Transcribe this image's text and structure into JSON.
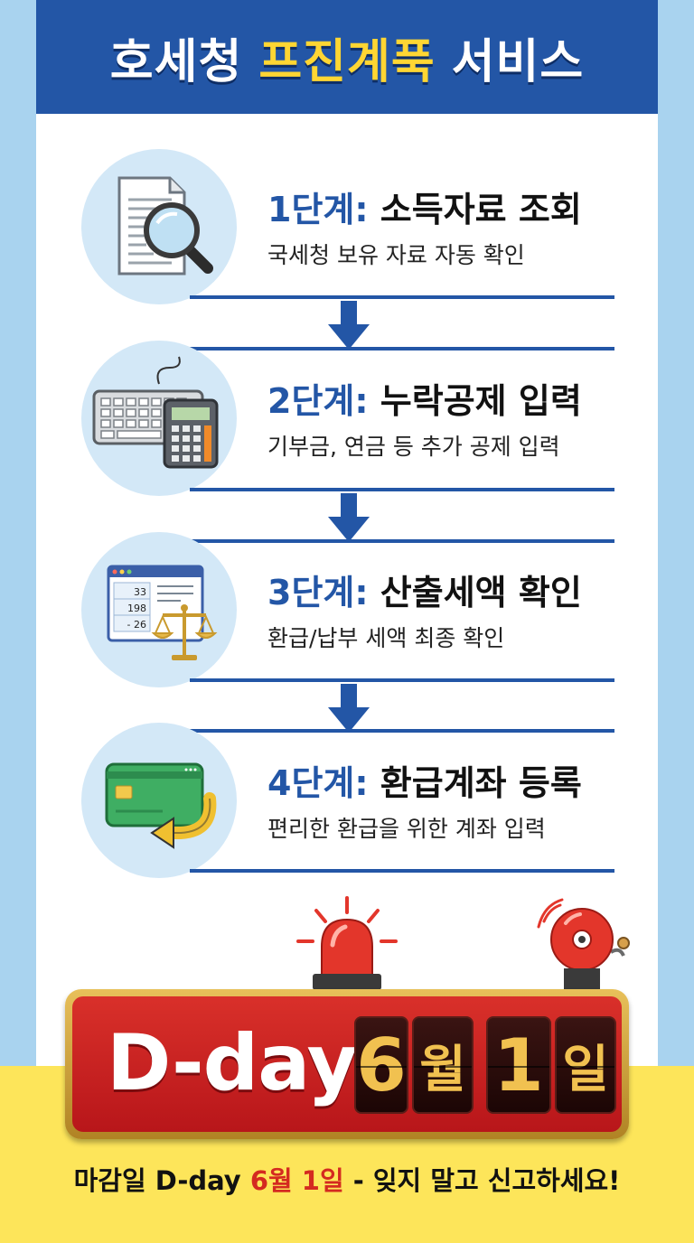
{
  "header": {
    "title_part1": "호세청",
    "title_highlight": "프진계푹",
    "title_part2": "서비스"
  },
  "steps": [
    {
      "num": "1단계:",
      "title": "소득자료 조회",
      "desc": "국세청 보유 자료 자동 확인",
      "icon": "document-magnifier-icon"
    },
    {
      "num": "2단계:",
      "title": "누락공제 입력",
      "desc": "기부금, 연금 등 추가 공제 입력",
      "icon": "keyboard-calculator-icon"
    },
    {
      "num": "3단계:",
      "title": "산출세액 확인",
      "desc": "환급/납부 세액 최종 확인",
      "icon": "tax-window-scale-icon"
    },
    {
      "num": "4단계:",
      "title": "환급계좌 등록",
      "desc": "편리한 환급을 위한 계좌 입력",
      "icon": "card-arrow-icon"
    }
  ],
  "step3_window": {
    "values": [
      "33",
      "198",
      "- 26"
    ]
  },
  "dday": {
    "label": "D-day",
    "month_num": "6",
    "month_unit": "월",
    "day_num": "1",
    "day_unit": "일"
  },
  "footer": {
    "prefix": "마감일 D-day ",
    "highlight": "6월 1일",
    "suffix": " - 잊지 말고 신고하세요!"
  },
  "colors": {
    "header_blue": "#2356a6",
    "title_yellow": "#ffd633",
    "sky_blue": "#a9d3ef",
    "alarm_red": "#d9302a",
    "bottom_yellow": "#fde55a"
  }
}
